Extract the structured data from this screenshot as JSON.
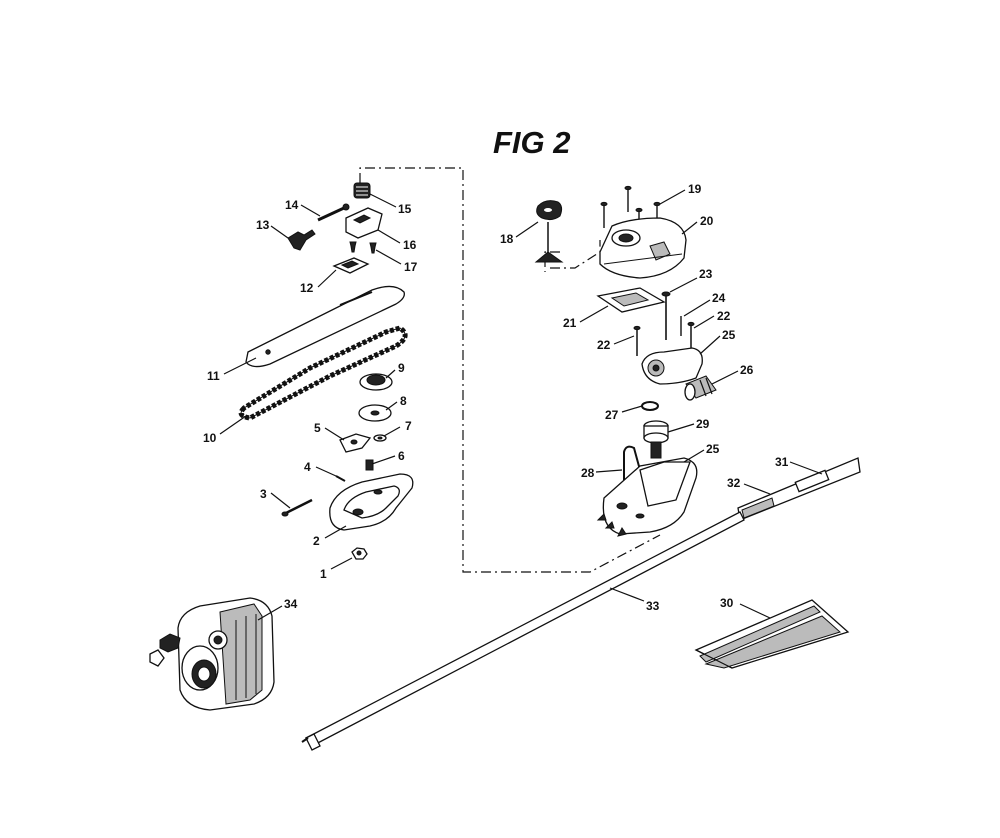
{
  "figure": {
    "title": "FIG 2"
  },
  "callouts": [
    {
      "id": "c1",
      "label": "1"
    },
    {
      "id": "c2",
      "label": "2"
    },
    {
      "id": "c3",
      "label": "3"
    },
    {
      "id": "c4",
      "label": "4"
    },
    {
      "id": "c5",
      "label": "5"
    },
    {
      "id": "c6",
      "label": "6"
    },
    {
      "id": "c7",
      "label": "7"
    },
    {
      "id": "c8",
      "label": "8"
    },
    {
      "id": "c9",
      "label": "9"
    },
    {
      "id": "c10",
      "label": "10"
    },
    {
      "id": "c11",
      "label": "11"
    },
    {
      "id": "c12",
      "label": "12"
    },
    {
      "id": "c13",
      "label": "13"
    },
    {
      "id": "c14",
      "label": "14"
    },
    {
      "id": "c15",
      "label": "15"
    },
    {
      "id": "c16",
      "label": "16"
    },
    {
      "id": "c17",
      "label": "17"
    },
    {
      "id": "c18",
      "label": "18"
    },
    {
      "id": "c19",
      "label": "19"
    },
    {
      "id": "c20",
      "label": "20"
    },
    {
      "id": "c21",
      "label": "21"
    },
    {
      "id": "c22a",
      "label": "22"
    },
    {
      "id": "c22b",
      "label": "22"
    },
    {
      "id": "c23",
      "label": "23"
    },
    {
      "id": "c24",
      "label": "24"
    },
    {
      "id": "c25a",
      "label": "25"
    },
    {
      "id": "c25b",
      "label": "25"
    },
    {
      "id": "c26",
      "label": "26"
    },
    {
      "id": "c27",
      "label": "27"
    },
    {
      "id": "c28",
      "label": "28"
    },
    {
      "id": "c29",
      "label": "29"
    },
    {
      "id": "c30",
      "label": "30"
    },
    {
      "id": "c31",
      "label": "31"
    },
    {
      "id": "c32",
      "label": "32"
    },
    {
      "id": "c33",
      "label": "33"
    },
    {
      "id": "c34",
      "label": "34"
    }
  ]
}
